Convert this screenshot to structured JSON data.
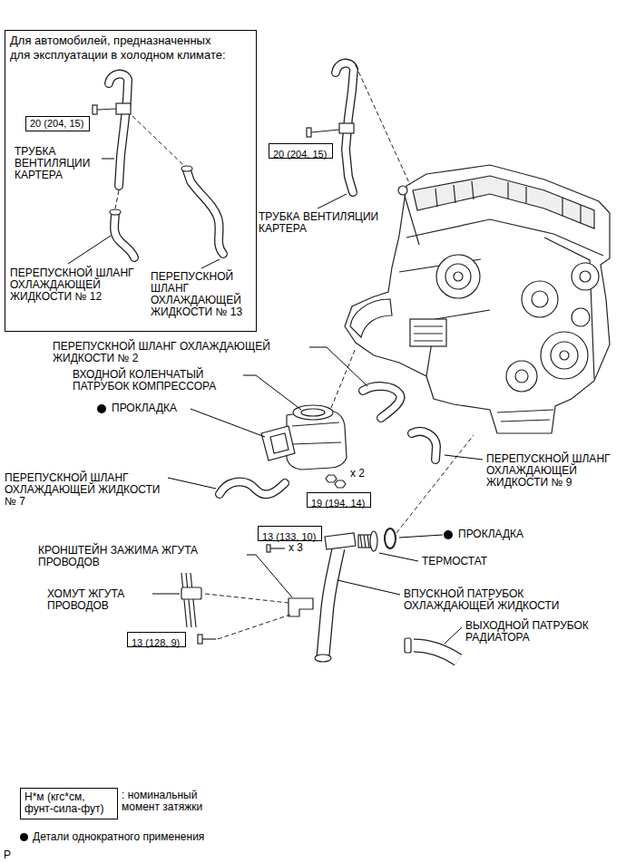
{
  "diagram": {
    "nodes": [
      {
        "text": [
          "Для автомобилей, предназначенных для эксплуатации в холодном климате:",
          "ТРУБКА ВЕНТИЛЯЦИИ КАРТЕРА",
          "ПЕРЕПУСКНОЙ ШЛАНГ ОХЛАЖДАЮЩЕЙ ЖИДКОСТИ № 12",
          "ПЕРЕПУСКНОЙ ШЛАНГ ОХЛАЖДАЮЩЕЙ ЖИДКОСТИ № 13"
        ]
      },
      {
        "text": [
          "20 (204, 15)"
        ],
        "in": 0
      },
      {
        "text": [
          "20 (204, 15)"
        ]
      },
      {
        "text": [
          "19 (194, 14)"
        ]
      },
      {
        "text": [
          "13 (133, 10)"
        ]
      },
      {
        "text": [
          "13 (128, 9)"
        ]
      },
      {
        "text": [
          "Н*м (кгс*см, фунт-сила-фут)"
        ]
      }
    ],
    "labels": [
      "ТРУБКА ВЕНТИЛЯЦИИ КАРТЕРА",
      "ПЕРЕПУСКНОЙ ШЛАНГ ОХЛАЖДАЮЩЕЙ ЖИДКОСТИ № 2",
      "ВХОДНОЙ КОЛЕНЧАТЫЙ ПАТРУБОК КОМПРЕССОРА",
      "ПРОКЛАДКА",
      "ПЕРЕПУСКНОЙ ШЛАНГ ОХЛАЖДАЮЩЕЙ ЖИДКОСТИ № 9",
      "ПЕРЕПУСКНОЙ ШЛАНГ ОХЛАЖДАЮЩЕЙ ЖИДКОСТИ № 7",
      "x 2",
      "ПРОКЛАДКА",
      "ТЕРМОСТАТ",
      "КРОНШТЕЙН ЗАЖИМА ЖГУТА ПРОВОДОВ",
      "x 3",
      "ХОМУТ ЖГУТА ПРОВОДОВ",
      "ВПУСКНОЙ ПАТРУБОК ОХЛАЖДАЮЩЕЙ ЖИДКОСТИ",
      "ВЫХОДНОЙ ПАТРУБОК РАДИАТОРА",
      ": номинальный момент затяжки",
      "P"
    ],
    "legend": [
      {
        "text": "Детали однократного применения"
      }
    ]
  }
}
